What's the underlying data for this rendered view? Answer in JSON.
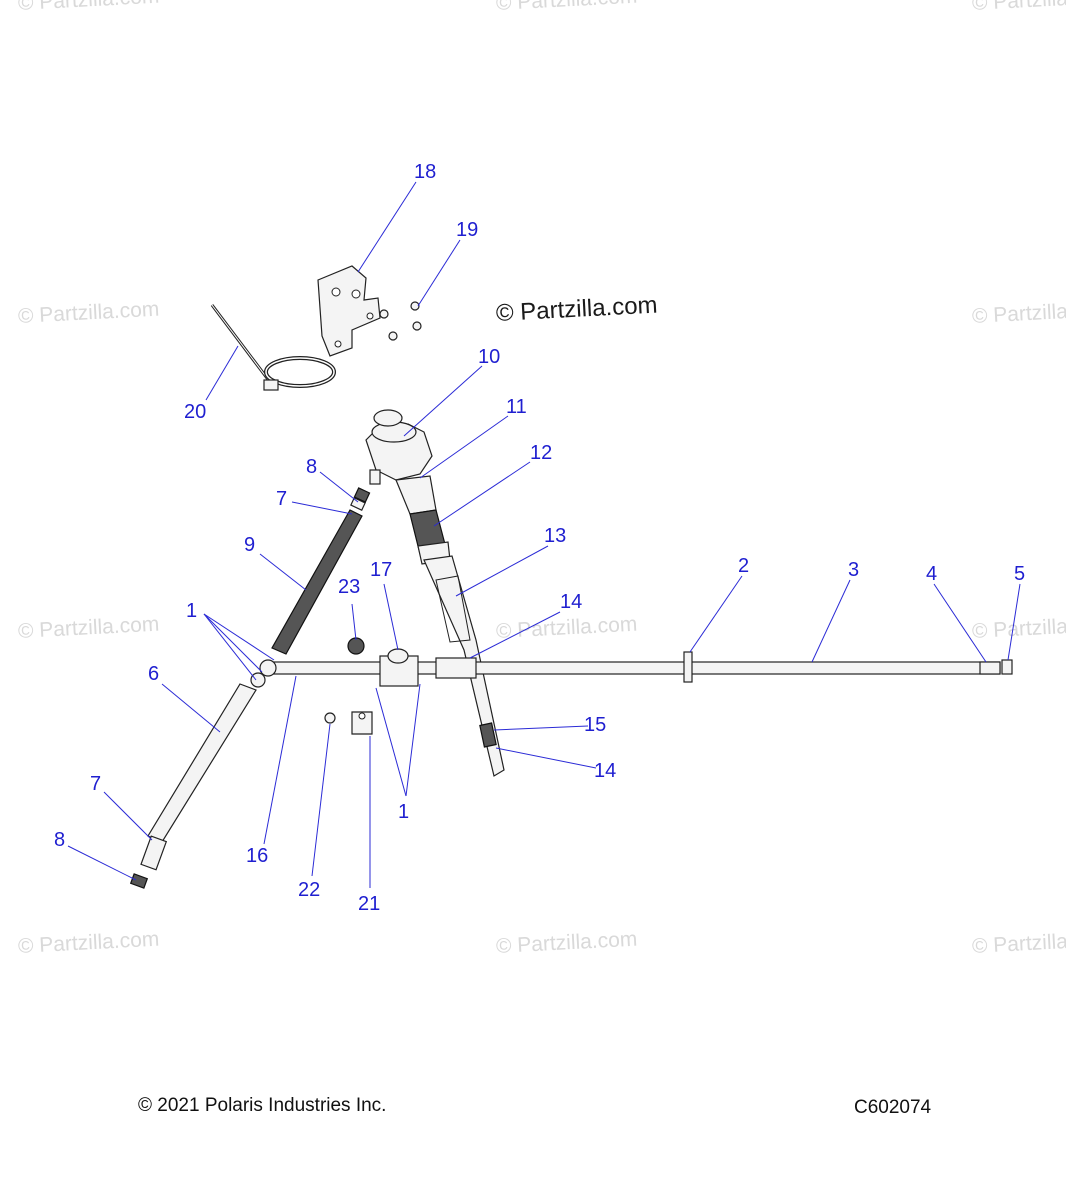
{
  "watermark": {
    "text": "© Partzilla.com",
    "main_text": "© Partzilla.com"
  },
  "footer": {
    "copyright": "© 2021 Polaris Industries Inc.",
    "diagram_code": "C602074"
  },
  "callouts": {
    "c1a": "1",
    "c1b": "1",
    "c2": "2",
    "c3": "3",
    "c4": "4",
    "c5": "5",
    "c6": "6",
    "c7a": "7",
    "c7b": "7",
    "c8a": "8",
    "c8b": "8",
    "c9": "9",
    "c10": "10",
    "c11": "11",
    "c12": "12",
    "c13": "13",
    "c14a": "14",
    "c14b": "14",
    "c15": "15",
    "c16": "16",
    "c17": "17",
    "c18": "18",
    "c19": "19",
    "c20": "20",
    "c21": "21",
    "c22": "22",
    "c23": "23"
  },
  "colors": {
    "callout": "#1f1fd0",
    "leader": "#2b2bd6",
    "watermark": "#d9d9d9"
  }
}
